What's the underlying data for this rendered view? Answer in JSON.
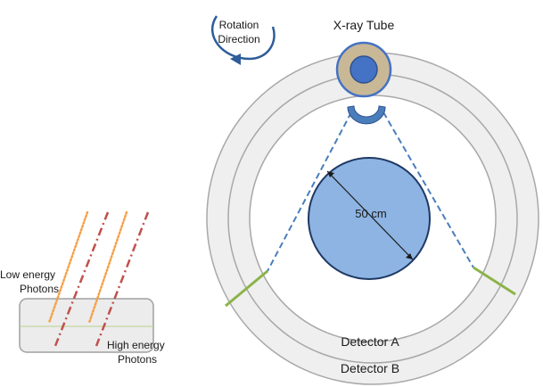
{
  "labels": {
    "rotation_line1": "Rotation",
    "rotation_line2": "Direction",
    "xray_tube": "X-ray Tube",
    "diameter": "50 cm",
    "detector_a": "Detector A",
    "detector_b": "Detector B",
    "low_energy_line1": "Low energy",
    "low_energy_line2": "Photons",
    "high_energy_line1": "High energy",
    "high_energy_line2": "Photons"
  },
  "colors": {
    "ring_fill": "#efefef",
    "ring_stroke": "#a8a8a8",
    "phantom_fill": "#8db4e2",
    "phantom_stroke": "#1f3864",
    "tube_outer": "#c9b896",
    "tube_inner": "#4472c4",
    "beam_line": "#4a7ebb",
    "detector_edge": "#8cb34a",
    "low_energy_photon": "#f5a14a",
    "high_energy_photon": "#c0504d",
    "arrow": "#2e5d9a",
    "box_fill": "#ececec",
    "box_stroke": "#a0a0a0"
  }
}
